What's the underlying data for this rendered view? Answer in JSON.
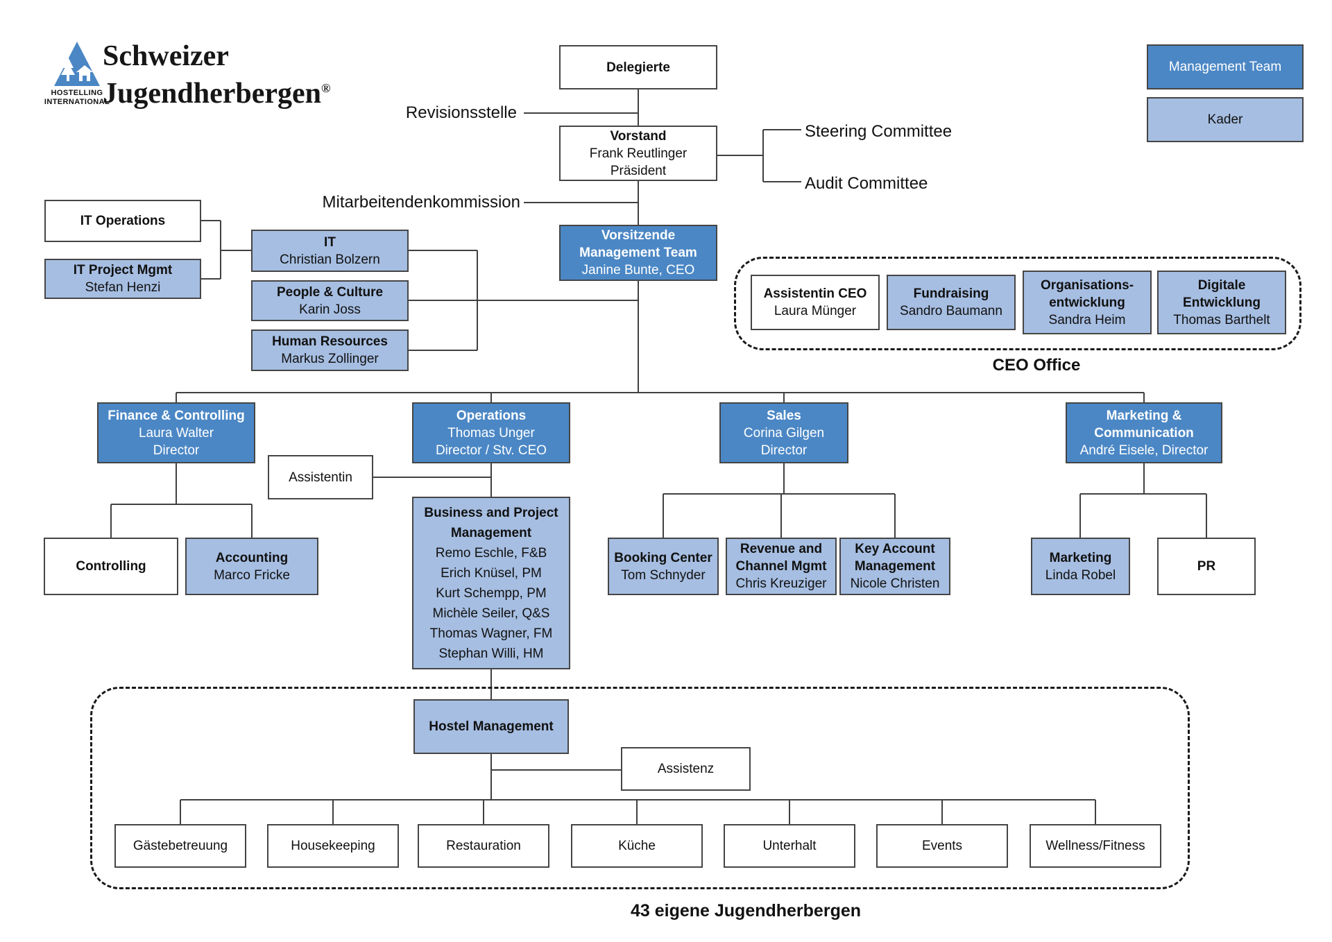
{
  "logo": {
    "brand_line1": "Schweizer",
    "brand_line2": "Jugendherbergen",
    "registered": "®",
    "subtext_line1": "HOSTELLING",
    "subtext_line2": "INTERNATIONAL"
  },
  "legend": {
    "management_team_label": "Management Team",
    "kader_label": "Kader"
  },
  "colors": {
    "management_team_blue": "#4b87c5",
    "kader_blue": "#a6bee2",
    "line_gray": "#404040"
  },
  "governance": {
    "delegierte": "Delegierte",
    "revisionsstelle_label": "Revisionsstelle",
    "vorstand": {
      "title": "Vorstand",
      "name": "Frank Reutlinger",
      "role": "Präsident"
    },
    "steering_committee_label": "Steering Committee",
    "audit_committee_label": "Audit Committee",
    "mitarbeitendenkommission_label": "Mitarbeitendenkommission",
    "ceo": {
      "title1": "Vorsitzende",
      "title2": "Management Team",
      "name": "Janine Bunte, CEO"
    }
  },
  "it_cluster": {
    "it_operations": "IT Operations",
    "it_project": {
      "title": "IT Project Mgmt",
      "name": "Stefan Henzi"
    },
    "it": {
      "title": "IT",
      "name": "Christian Bolzern"
    },
    "people_culture": {
      "title": "People & Culture",
      "name": "Karin Joss"
    },
    "human_resources": {
      "title": "Human Resources",
      "name": "Markus Zollinger"
    }
  },
  "ceo_office": {
    "label": "CEO Office",
    "assistentin_ceo": {
      "title": "Assistentin CEO",
      "name": "Laura Münger"
    },
    "fundraising": {
      "title": "Fundraising",
      "name": "Sandro Baumann"
    },
    "org_dev": {
      "title1": "Organisations-",
      "title2": "entwicklung",
      "name": "Sandra Heim"
    },
    "digital_dev": {
      "title1": "Digitale",
      "title2": "Entwicklung",
      "name": "Thomas Barthelt"
    }
  },
  "departments": {
    "finance": {
      "title": "Finance & Controlling",
      "name": "Laura Walter",
      "role": "Director"
    },
    "operations": {
      "title": "Operations",
      "name": "Thomas Unger",
      "role": "Director / Stv. CEO"
    },
    "sales": {
      "title": "Sales",
      "name": "Corina Gilgen",
      "role": "Director"
    },
    "marketing_comm": {
      "title1": "Marketing &",
      "title2": "Communication",
      "name": "André Eisele, Director"
    }
  },
  "finance_children": {
    "controlling": "Controlling",
    "accounting": {
      "title": "Accounting",
      "name": "Marco Fricke"
    }
  },
  "operations_children": {
    "assistentin_label": "Assistentin",
    "business_project": {
      "title1": "Business and Project",
      "title2": "Management",
      "members": [
        "Remo Eschle, F&B",
        "Erich Knüsel, PM",
        "Kurt Schempp, PM",
        "Michèle Seiler, Q&S",
        "Thomas Wagner, FM",
        "Stephan Willi, HM"
      ]
    },
    "hostel_management": "Hostel Management",
    "assistenz_label": "Assistenz"
  },
  "sales_children": {
    "booking": {
      "title": "Booking Center",
      "name": "Tom Schnyder"
    },
    "revenue": {
      "title1": "Revenue and",
      "title2": "Channel Mgmt",
      "name": "Chris Kreuziger"
    },
    "key_account": {
      "title1": "Key Account",
      "title2": "Management",
      "name": "Nicole Christen"
    }
  },
  "marketing_children": {
    "marketing": {
      "title": "Marketing",
      "name": "Linda Robel"
    },
    "pr": "PR"
  },
  "hostel_units": [
    "Gästebetreuung",
    "Housekeeping",
    "Restauration",
    "Küche",
    "Unterhalt",
    "Events",
    "Wellness/Fitness"
  ],
  "footer": {
    "hostels_label": "43 eigene Jugendherbergen"
  }
}
